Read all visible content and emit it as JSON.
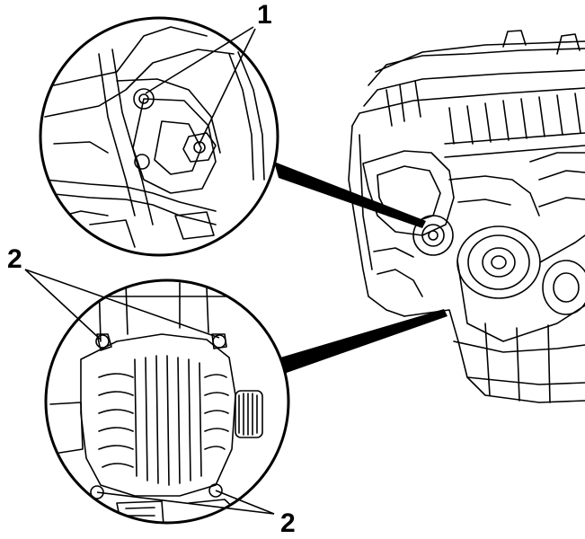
{
  "callouts": [
    {
      "id": "callout-1",
      "label": "1"
    },
    {
      "id": "callout-2-top",
      "label": "2"
    },
    {
      "id": "callout-2-bottom",
      "label": "2"
    }
  ]
}
